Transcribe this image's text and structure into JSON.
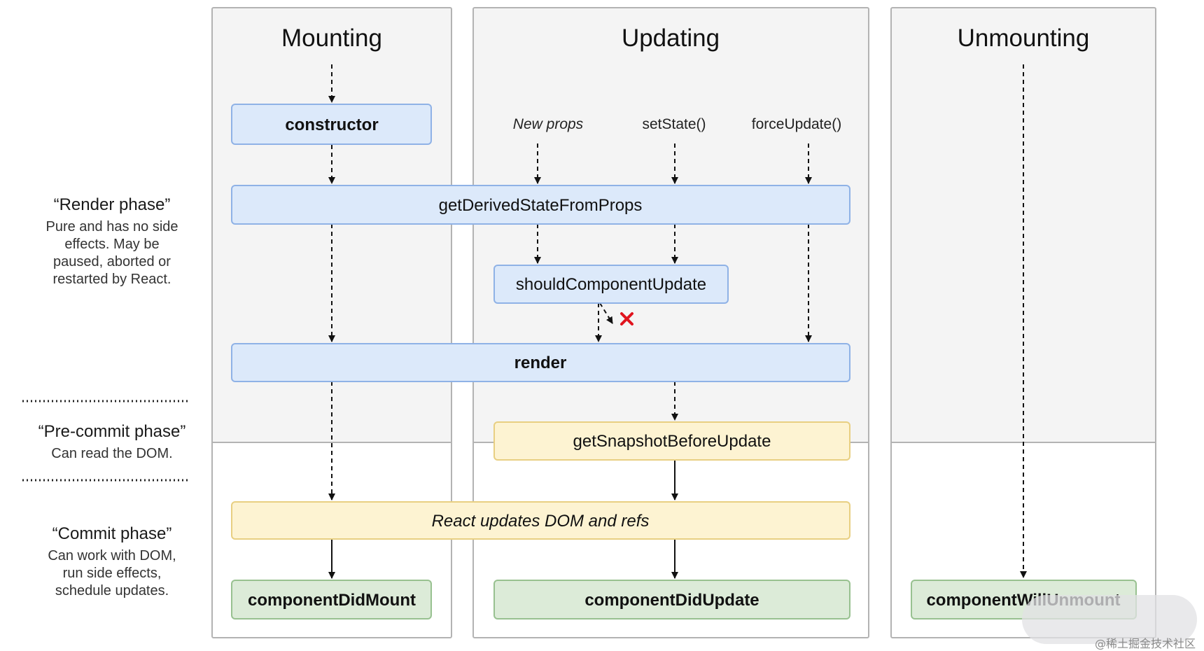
{
  "columns": {
    "mounting": "Mounting",
    "updating": "Updating",
    "unmounting": "Unmounting"
  },
  "phases": {
    "render": {
      "title": "“Render phase”",
      "lines": [
        "Pure and has no side",
        "effects. May be",
        "paused, aborted or",
        "restarted by React."
      ]
    },
    "precommit": {
      "title": "“Pre-commit phase”",
      "lines": [
        "Can read the DOM."
      ]
    },
    "commit": {
      "title": "“Commit phase”",
      "lines": [
        "Can work with DOM,",
        "run side effects,",
        "schedule updates."
      ]
    }
  },
  "triggers": {
    "new_props": "New props",
    "set_state": "setState()",
    "force_update": "forceUpdate()"
  },
  "methods": {
    "constructor": "constructor",
    "get_derived_state": "getDerivedStateFromProps",
    "should_update": "shouldComponentUpdate",
    "render": "render",
    "get_snapshot": "getSnapshotBeforeUpdate",
    "react_updates": "React updates DOM and refs",
    "did_mount": "componentDidMount",
    "did_update": "componentDidUpdate",
    "will_unmount": "componentWillUnmount"
  },
  "watermark": "@稀土掘金技术社区",
  "colors": {
    "render_fill": "#dce9fa",
    "render_stroke": "#8fb2e6",
    "precommit_fill": "#fdf3d2",
    "precommit_stroke": "#e8cf82",
    "commit_fill": "#dcebd8",
    "commit_stroke": "#98c190",
    "column_bg": "#f4f4f4",
    "column_border": "#b3b3b3",
    "reject": "#e0141e"
  }
}
